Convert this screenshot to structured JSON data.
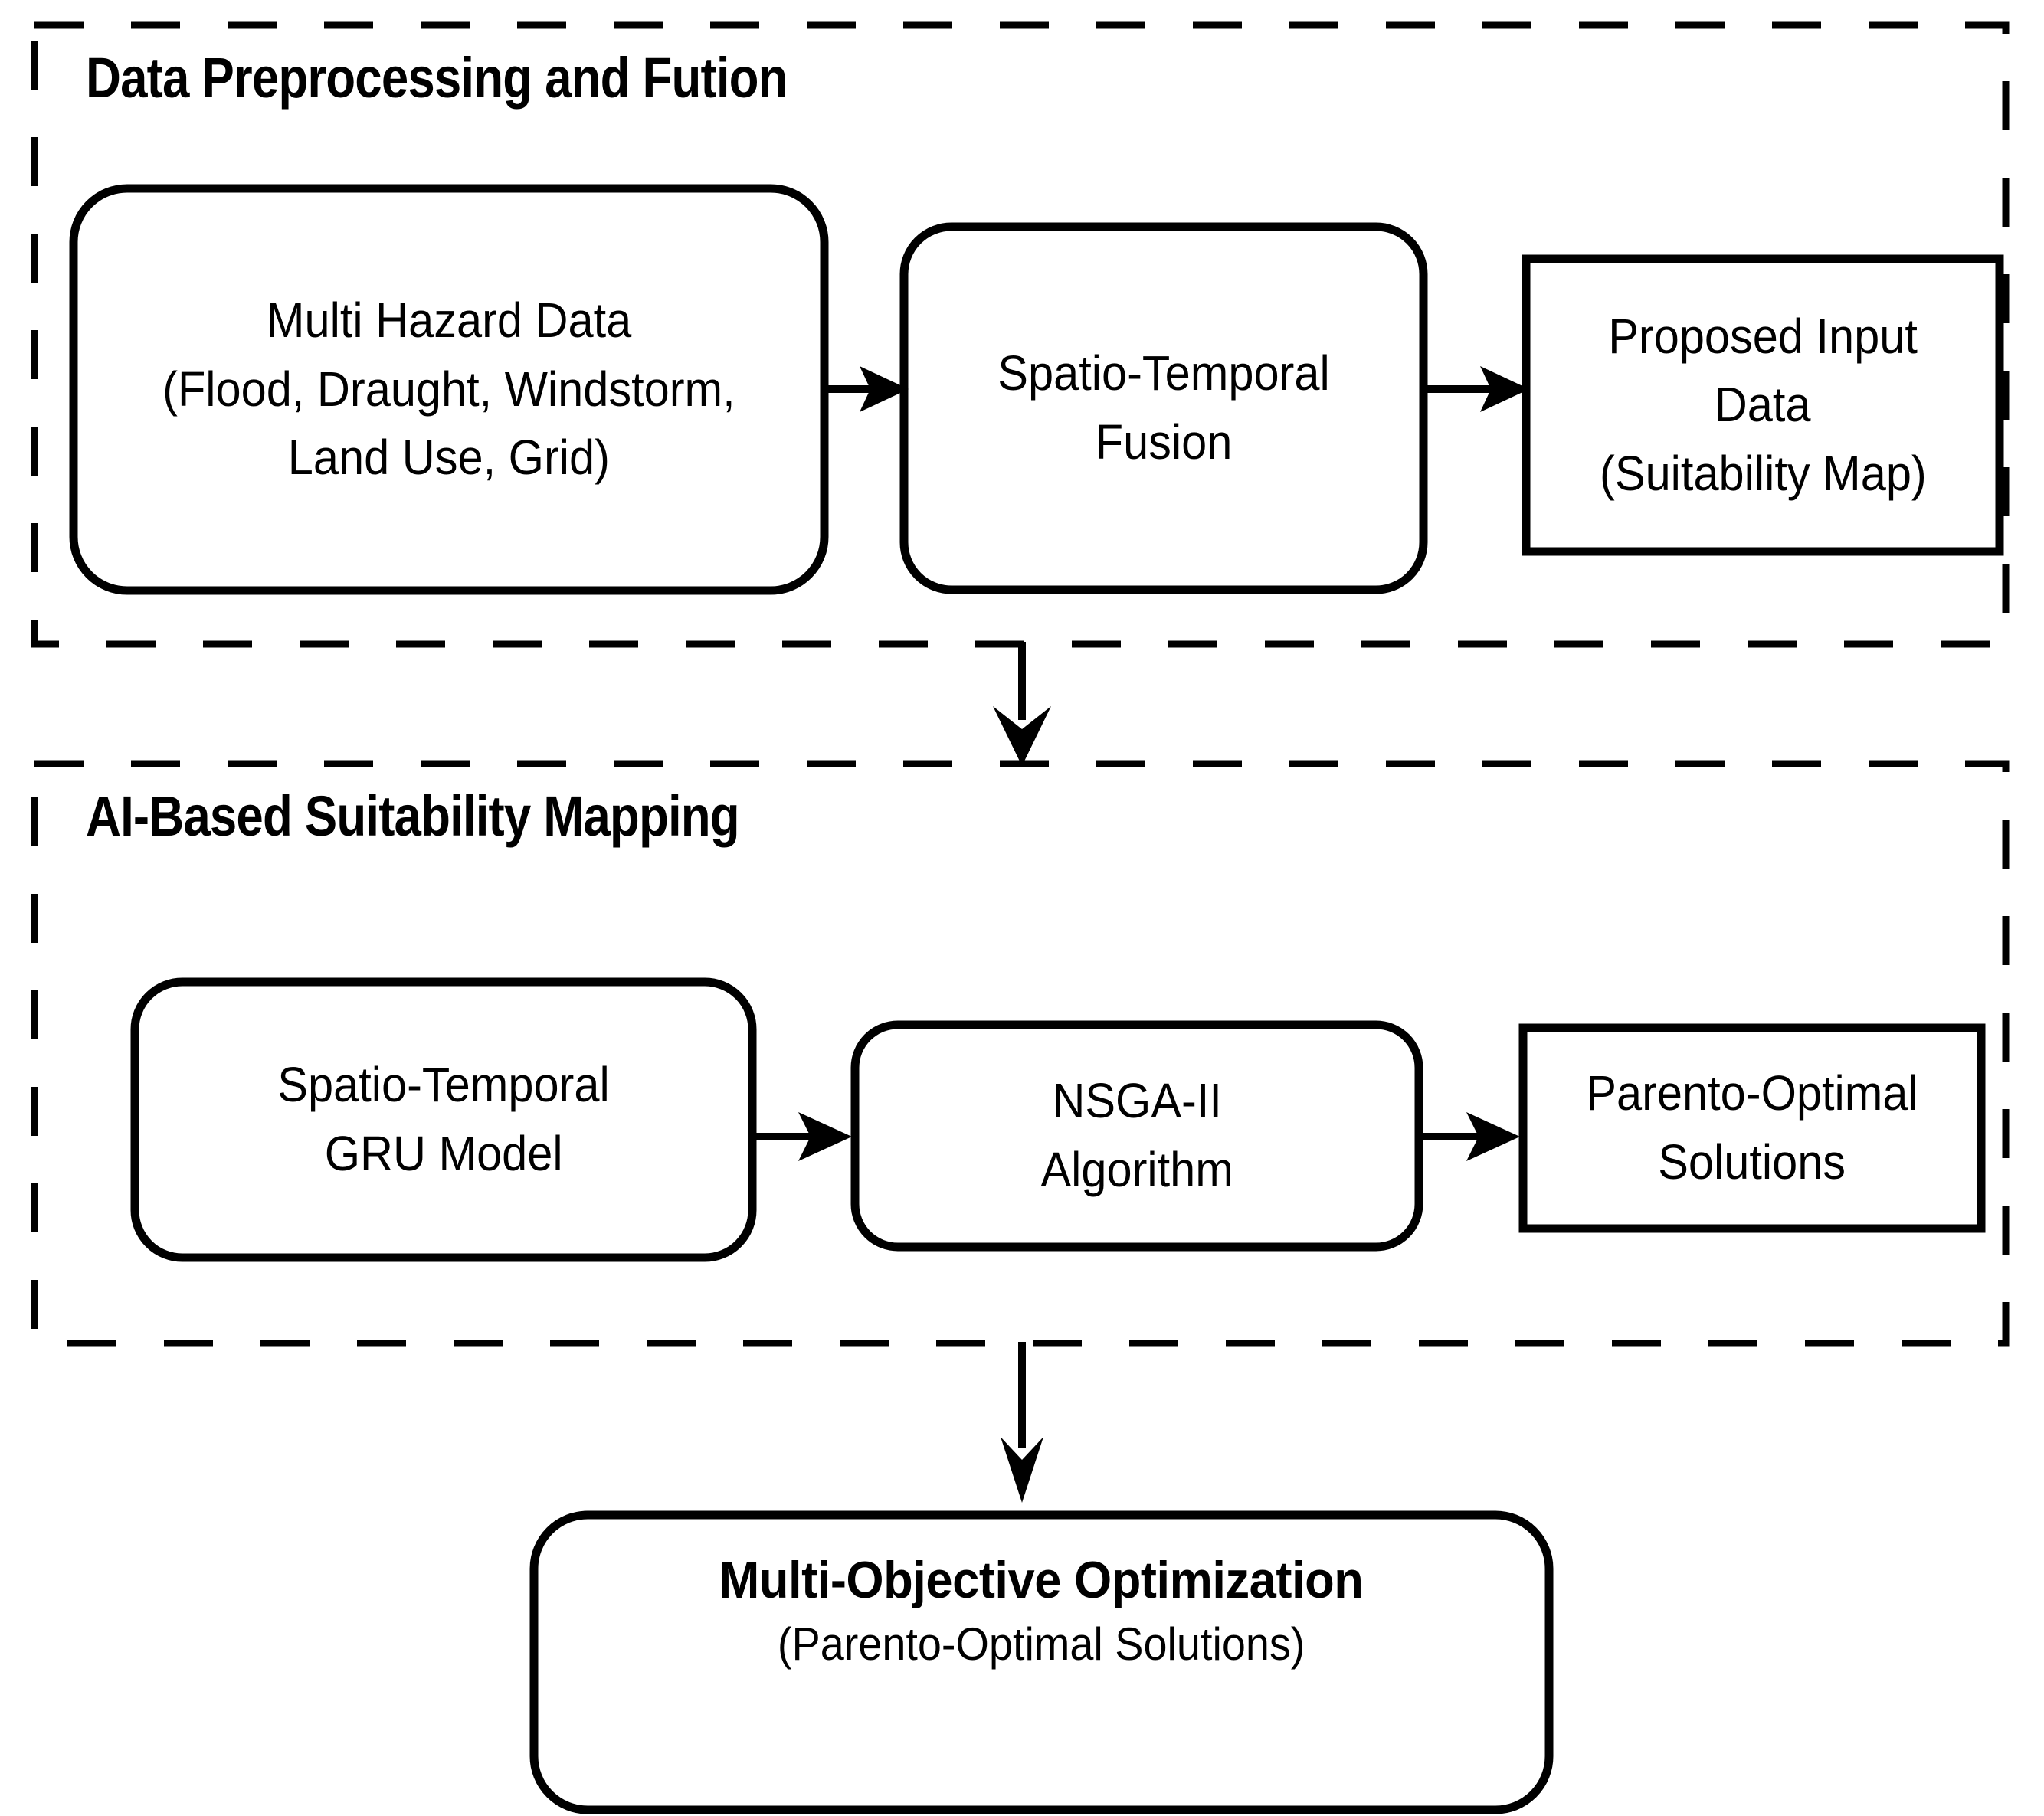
{
  "diagram": {
    "title": "Multi-hazard AI suitability mapping workflow",
    "background_color": "#ffffff",
    "line_color": "#000000"
  },
  "groups": [
    {
      "id": "data-preprocessing",
      "title": "Data Preprocessing and Fution",
      "border_style": "dashed"
    },
    {
      "id": "ai-suitability",
      "title": "AI-Based Suitability Mapping",
      "border_style": "dashed"
    }
  ],
  "nodes": {
    "multi_hazard_data": {
      "shape": "rounded-rect",
      "lines": [
        "Multi Hazard Data",
        "(Flood, Draught, Windstorm,",
        "Land Use, Grid)"
      ],
      "line1": "Multi Hazard Data",
      "line2": "(Flood, Draught, Windstorm,",
      "line3": "Land Use, Grid)"
    },
    "spatio_temporal_fusion": {
      "shape": "rounded-rect",
      "line1": "Spatio-Temporal",
      "line2": "Fusion"
    },
    "proposed_input_data": {
      "shape": "rect",
      "line1": "Proposed Input",
      "line2": "Data",
      "line3": "(Suitability Map)"
    },
    "gru_model": {
      "shape": "rounded-rect",
      "line1": "Spatio-Temporal",
      "line2": "GRU Model"
    },
    "nsga_ii": {
      "shape": "rounded-rect",
      "line1": "NSGA-II",
      "line2": "Algorithm"
    },
    "pareto_solutions": {
      "shape": "rect",
      "line1": "Parento-Optimal",
      "line2": "Solutions"
    },
    "multi_objective_optimization": {
      "shape": "rounded-rect",
      "line1": "Multi-Objective Optimization",
      "line2": "(Parento-Optimal Solutions)"
    }
  },
  "connectors": [
    {
      "id": "c1",
      "from": "multi_hazard_data",
      "to": "spatio_temporal_fusion",
      "direction": "right"
    },
    {
      "id": "c2",
      "from": "spatio_temporal_fusion",
      "to": "proposed_input_data",
      "direction": "right"
    },
    {
      "id": "c3",
      "from": "data-preprocessing",
      "to": "ai-suitability",
      "direction": "down"
    },
    {
      "id": "c4",
      "from": "gru_model",
      "to": "nsga_ii",
      "direction": "right"
    },
    {
      "id": "c5",
      "from": "nsga_ii",
      "to": "pareto_solutions",
      "direction": "right"
    },
    {
      "id": "c6",
      "from": "ai-suitability",
      "to": "multi_objective_optimization",
      "direction": "down"
    }
  ]
}
